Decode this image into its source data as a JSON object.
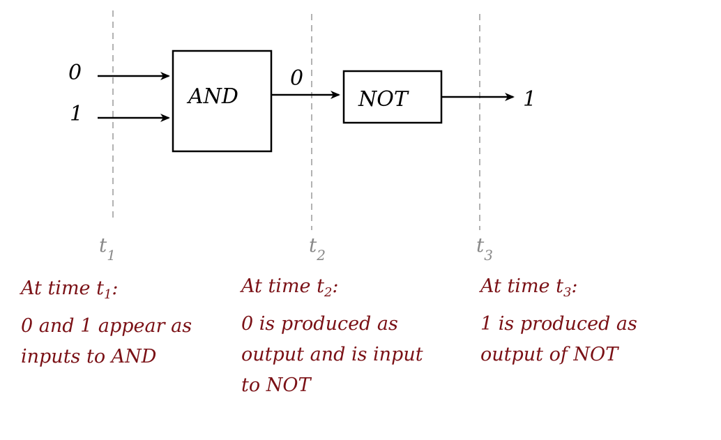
{
  "signals": {
    "input_a": "0",
    "input_b": "1",
    "and_output": "0",
    "not_output": "1"
  },
  "gates": {
    "and_label": "AND",
    "not_label": "NOT"
  },
  "timeline": {
    "t1": {
      "base": "t",
      "sub": "1"
    },
    "t2": {
      "base": "t",
      "sub": "2"
    },
    "t3": {
      "base": "t",
      "sub": "3"
    }
  },
  "notes": {
    "t1": {
      "prefix": "At time t",
      "sub": "1",
      "suffix": ":",
      "lines": [
        "0 and 1 appear as",
        "inputs to AND"
      ]
    },
    "t2": {
      "prefix": "At time t",
      "sub": "2",
      "suffix": ":",
      "lines": [
        "0 is produced as",
        "output and is input",
        "to NOT"
      ]
    },
    "t3": {
      "prefix": "At time t",
      "sub": "3",
      "suffix": ":",
      "lines": [
        "1 is produced as",
        "output of NOT"
      ]
    }
  },
  "colors": {
    "annotation": "#7a1015",
    "timeline": "#888888",
    "ink": "#000000"
  }
}
